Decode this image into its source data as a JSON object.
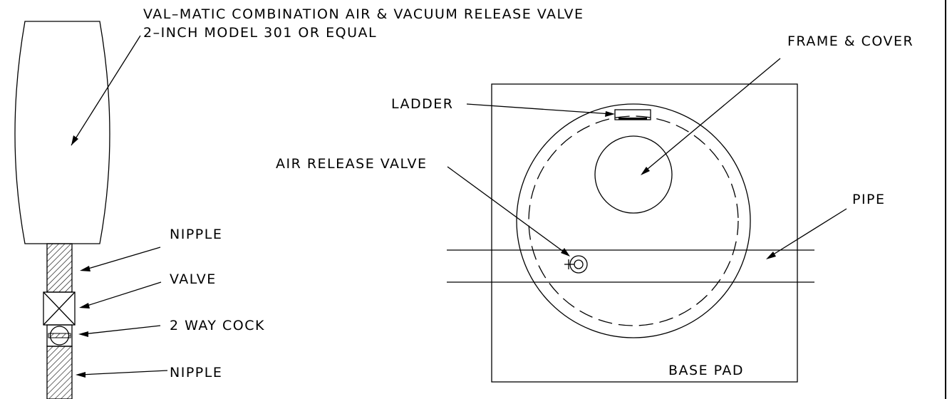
{
  "labels": {
    "valve_title_line1": "VAL–MATIC COMBINATION AIR & VACUUM RELEASE VALVE",
    "valve_title_line2": "2–INCH MODEL 301 OR EQUAL",
    "frame_cover": "FRAME & COVER",
    "ladder": "LADDER",
    "air_release_valve": "AIR RELEASE VALVE",
    "pipe": "PIPE",
    "nipple_upper": "NIPPLE",
    "valve": "VALVE",
    "two_way_cock": "2 WAY COCK",
    "nipple_lower": "NIPPLE",
    "base_pad": "BASE PAD"
  },
  "colors": {
    "line": "#000000",
    "background": "#ffffff"
  }
}
